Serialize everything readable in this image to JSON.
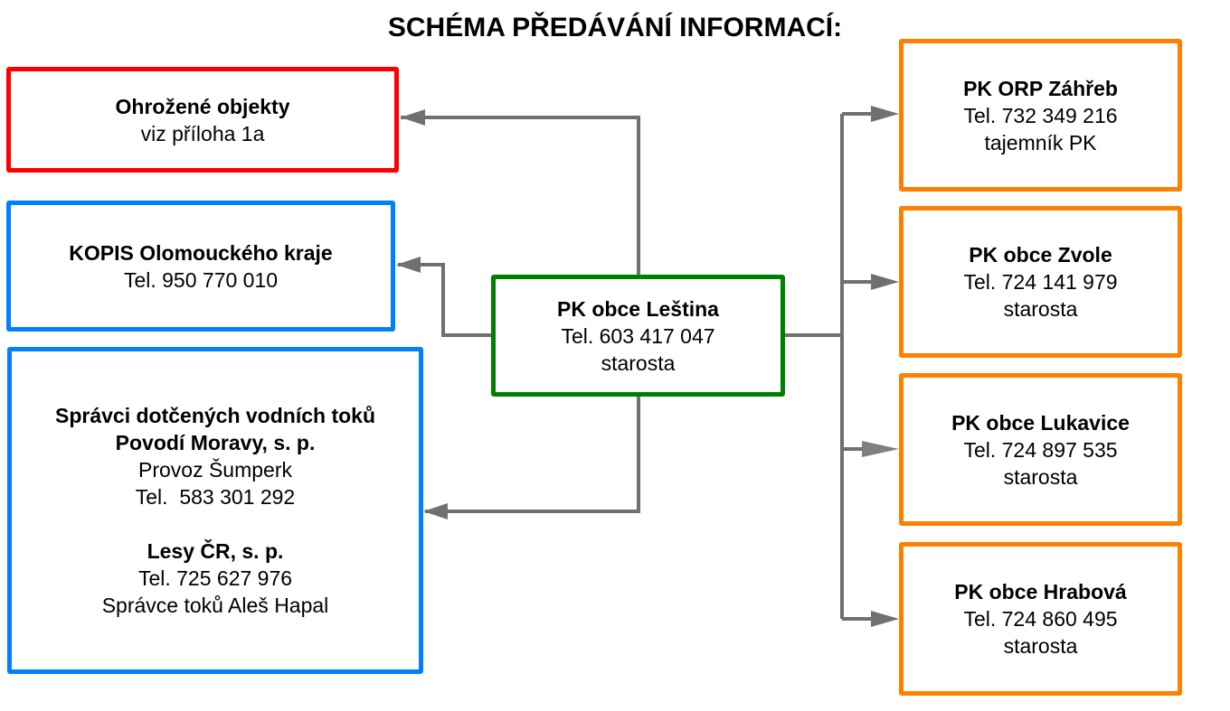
{
  "title": "SCHÉMA PŘEDÁVÁNÍ INFORMACÍ:",
  "colors": {
    "red": "#ff0000",
    "blue": "#0080ff",
    "green": "#008000",
    "orange": "#ff8000",
    "connector": "#707070"
  },
  "center": {
    "name": "PK obce Leština",
    "tel": "Tel. 603 417 047",
    "role": "starosta"
  },
  "left": {
    "threatened": {
      "name": "Ohrožené objekty",
      "note": "viz příloha 1a"
    },
    "kopis": {
      "name": "KOPIS Olomouckého kraje",
      "tel": "Tel. 950 770 010"
    },
    "water": {
      "heading": "Správci dotčených vodních toků",
      "org1": "Povodí Moravy, s. p.",
      "org1_unit": "Provoz Šumperk",
      "org1_tel": "Tel.  583 301 292",
      "org2": "Lesy ČR, s. p.",
      "org2_tel": "Tel. 725 627 976",
      "org2_person": "Správce toků Aleš Hapal"
    }
  },
  "right": [
    {
      "name": "PK ORP Záhřeb",
      "tel": "Tel. 732 349 216",
      "role": "tajemník PK"
    },
    {
      "name": "PK obce Zvole",
      "tel": "Tel. 724 141 979",
      "role": "starosta"
    },
    {
      "name": "PK obce Lukavice",
      "tel": "Tel. 724 897 535",
      "role": "starosta"
    },
    {
      "name": "PK obce Hrabová",
      "tel": "Tel. 724 860 495",
      "role": "starosta"
    }
  ]
}
